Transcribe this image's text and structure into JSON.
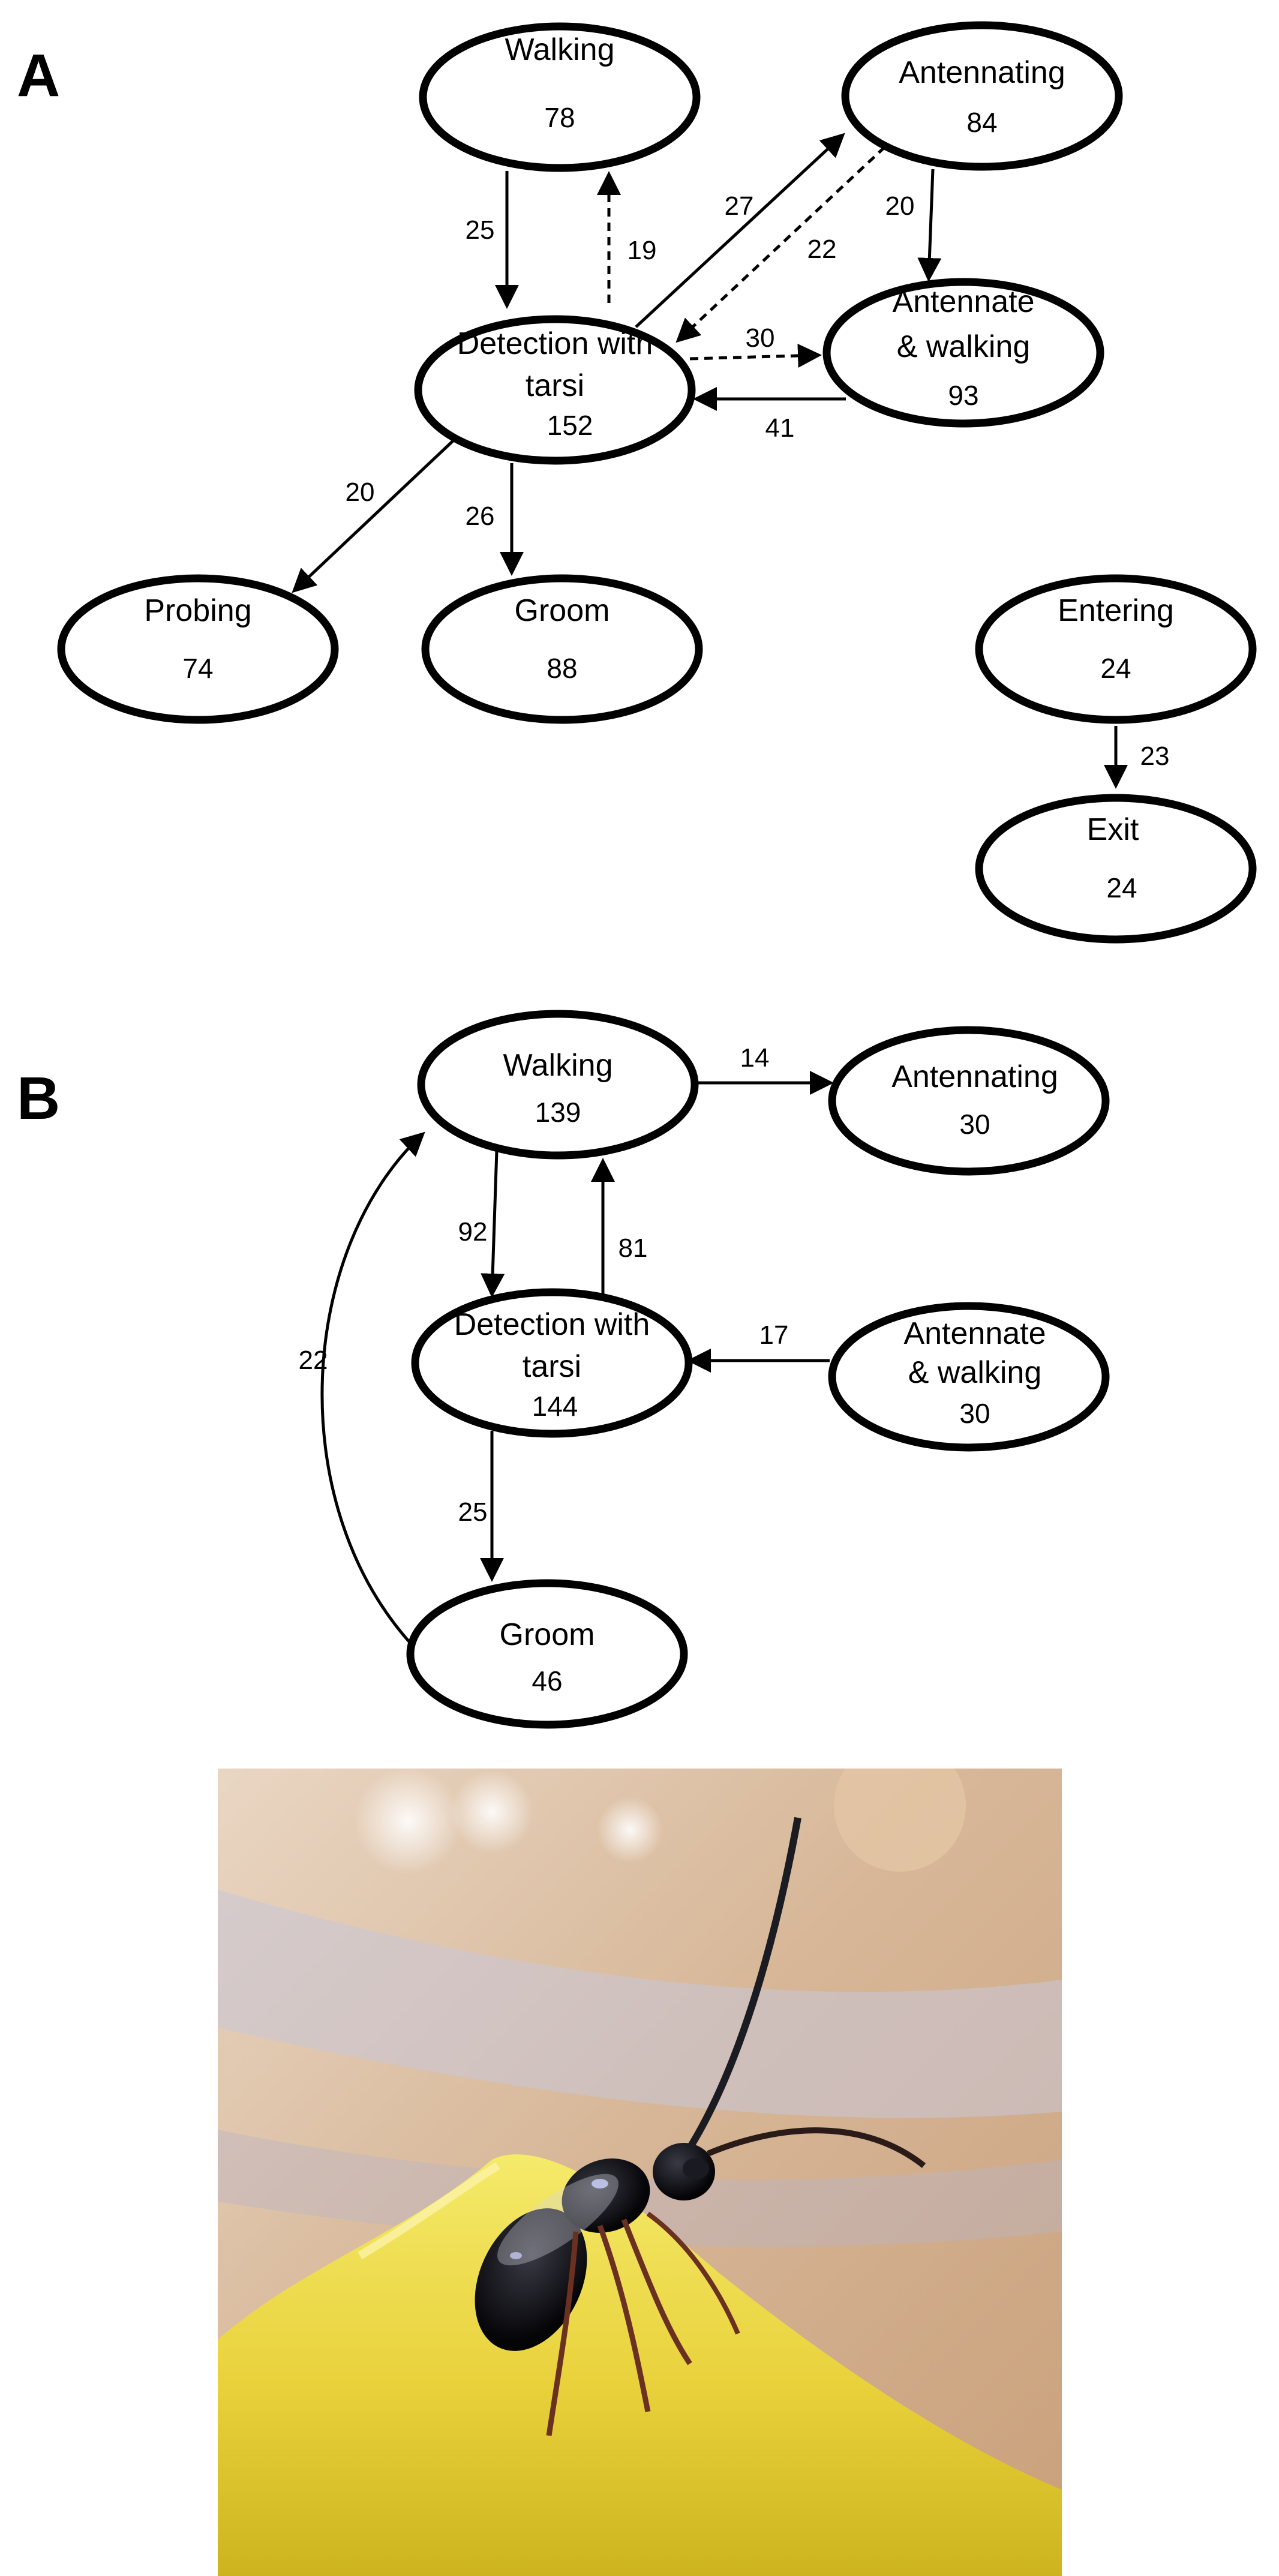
{
  "panels": [
    {
      "id": "A",
      "letter": "A",
      "nodes": [
        {
          "id": "walking",
          "label_lines": [
            "Walking"
          ],
          "count": "78"
        },
        {
          "id": "antennating",
          "label_lines": [
            "Antennating"
          ],
          "count": "84"
        },
        {
          "id": "detection",
          "label_lines": [
            "Detection with",
            "tarsi"
          ],
          "count": "152"
        },
        {
          "id": "antennate_walking",
          "label_lines": [
            "Antennate",
            "& walking"
          ],
          "count": "93"
        },
        {
          "id": "probing",
          "label_lines": [
            "Probing"
          ],
          "count": "74"
        },
        {
          "id": "groom",
          "label_lines": [
            "Groom"
          ],
          "count": "88"
        },
        {
          "id": "entering",
          "label_lines": [
            "Entering"
          ],
          "count": "24"
        },
        {
          "id": "exit",
          "label_lines": [
            "Exit"
          ],
          "count": "24"
        }
      ],
      "edges": [
        {
          "from": "walking",
          "to": "detection",
          "label": "25",
          "style": "solid"
        },
        {
          "from": "detection",
          "to": "walking",
          "label": "19",
          "style": "dashed"
        },
        {
          "from": "detection",
          "to": "antennating",
          "label": "27",
          "style": "solid"
        },
        {
          "from": "antennating",
          "to": "detection",
          "label": "22",
          "style": "dashed"
        },
        {
          "from": "antennating",
          "to": "antennate_walking",
          "label": "20",
          "style": "solid"
        },
        {
          "from": "detection",
          "to": "antennate_walking",
          "label": "30",
          "style": "dashed"
        },
        {
          "from": "antennate_walking",
          "to": "detection",
          "label": "41",
          "style": "solid"
        },
        {
          "from": "detection",
          "to": "probing",
          "label": "20",
          "style": "solid"
        },
        {
          "from": "detection",
          "to": "groom",
          "label": "26",
          "style": "solid"
        },
        {
          "from": "entering",
          "to": "exit",
          "label": "23",
          "style": "solid"
        }
      ]
    },
    {
      "id": "B",
      "letter": "B",
      "nodes": [
        {
          "id": "walking",
          "label_lines": [
            "Walking"
          ],
          "count": "139"
        },
        {
          "id": "antennating",
          "label_lines": [
            "Antennating"
          ],
          "count": "30"
        },
        {
          "id": "detection",
          "label_lines": [
            "Detection with",
            "tarsi"
          ],
          "count": "144"
        },
        {
          "id": "antennate_walking",
          "label_lines": [
            "Antennate",
            "& walking"
          ],
          "count": "30"
        },
        {
          "id": "groom",
          "label_lines": [
            "Groom"
          ],
          "count": "46"
        }
      ],
      "edges": [
        {
          "from": "walking",
          "to": "antennating",
          "label": "14",
          "style": "solid"
        },
        {
          "from": "walking",
          "to": "detection",
          "label": "92",
          "style": "solid"
        },
        {
          "from": "detection",
          "to": "walking",
          "label": "81",
          "style": "solid"
        },
        {
          "from": "antennate_walking",
          "to": "detection",
          "label": "17",
          "style": "solid"
        },
        {
          "from": "detection",
          "to": "groom",
          "label": "25",
          "style": "solid"
        },
        {
          "from": "groom",
          "to": "walking",
          "label": "22",
          "style": "solid"
        }
      ]
    }
  ],
  "photo": {
    "subject": "black parasitoid wasp with long antennae standing on yellow fruit surface"
  }
}
